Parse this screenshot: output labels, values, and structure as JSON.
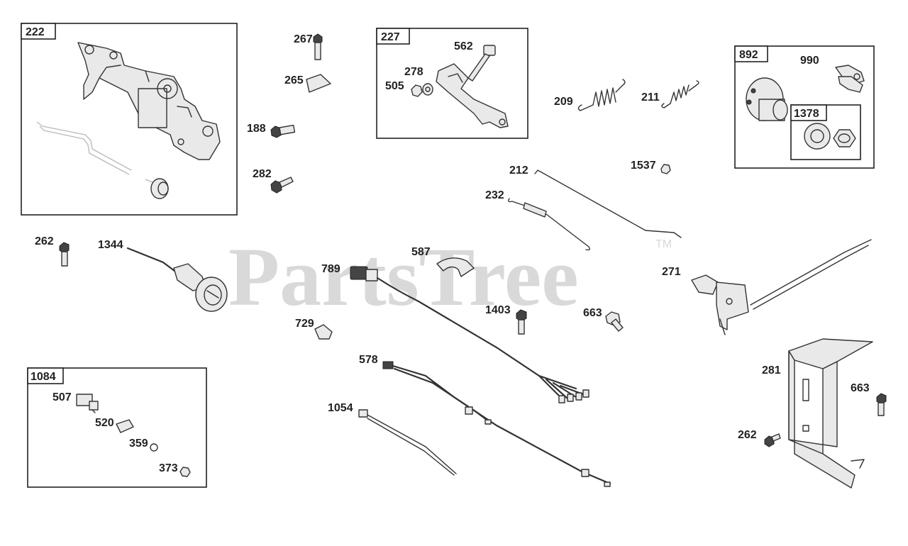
{
  "watermark": {
    "text": "PartsTree",
    "tm": "TM"
  },
  "groups": {
    "g222": "222",
    "g227": "227",
    "g892": "892",
    "g1378": "1378",
    "g1084": "1084"
  },
  "callouts": {
    "p267": "267",
    "p265": "265",
    "p188": "188",
    "p282": "282",
    "p562": "562",
    "p278": "278",
    "p505": "505",
    "p209": "209",
    "p211": "211",
    "p990": "990",
    "p212": "212",
    "p1537": "1537",
    "p232": "232",
    "p262a": "262",
    "p1344": "1344",
    "p587": "587",
    "p789": "789",
    "p271": "271",
    "p1403": "1403",
    "p663a": "663",
    "p729": "729",
    "p578": "578",
    "p281": "281",
    "p663b": "663",
    "p507": "507",
    "p520": "520",
    "p359": "359",
    "p373": "373",
    "p1054": "1054",
    "p262b": "262"
  }
}
